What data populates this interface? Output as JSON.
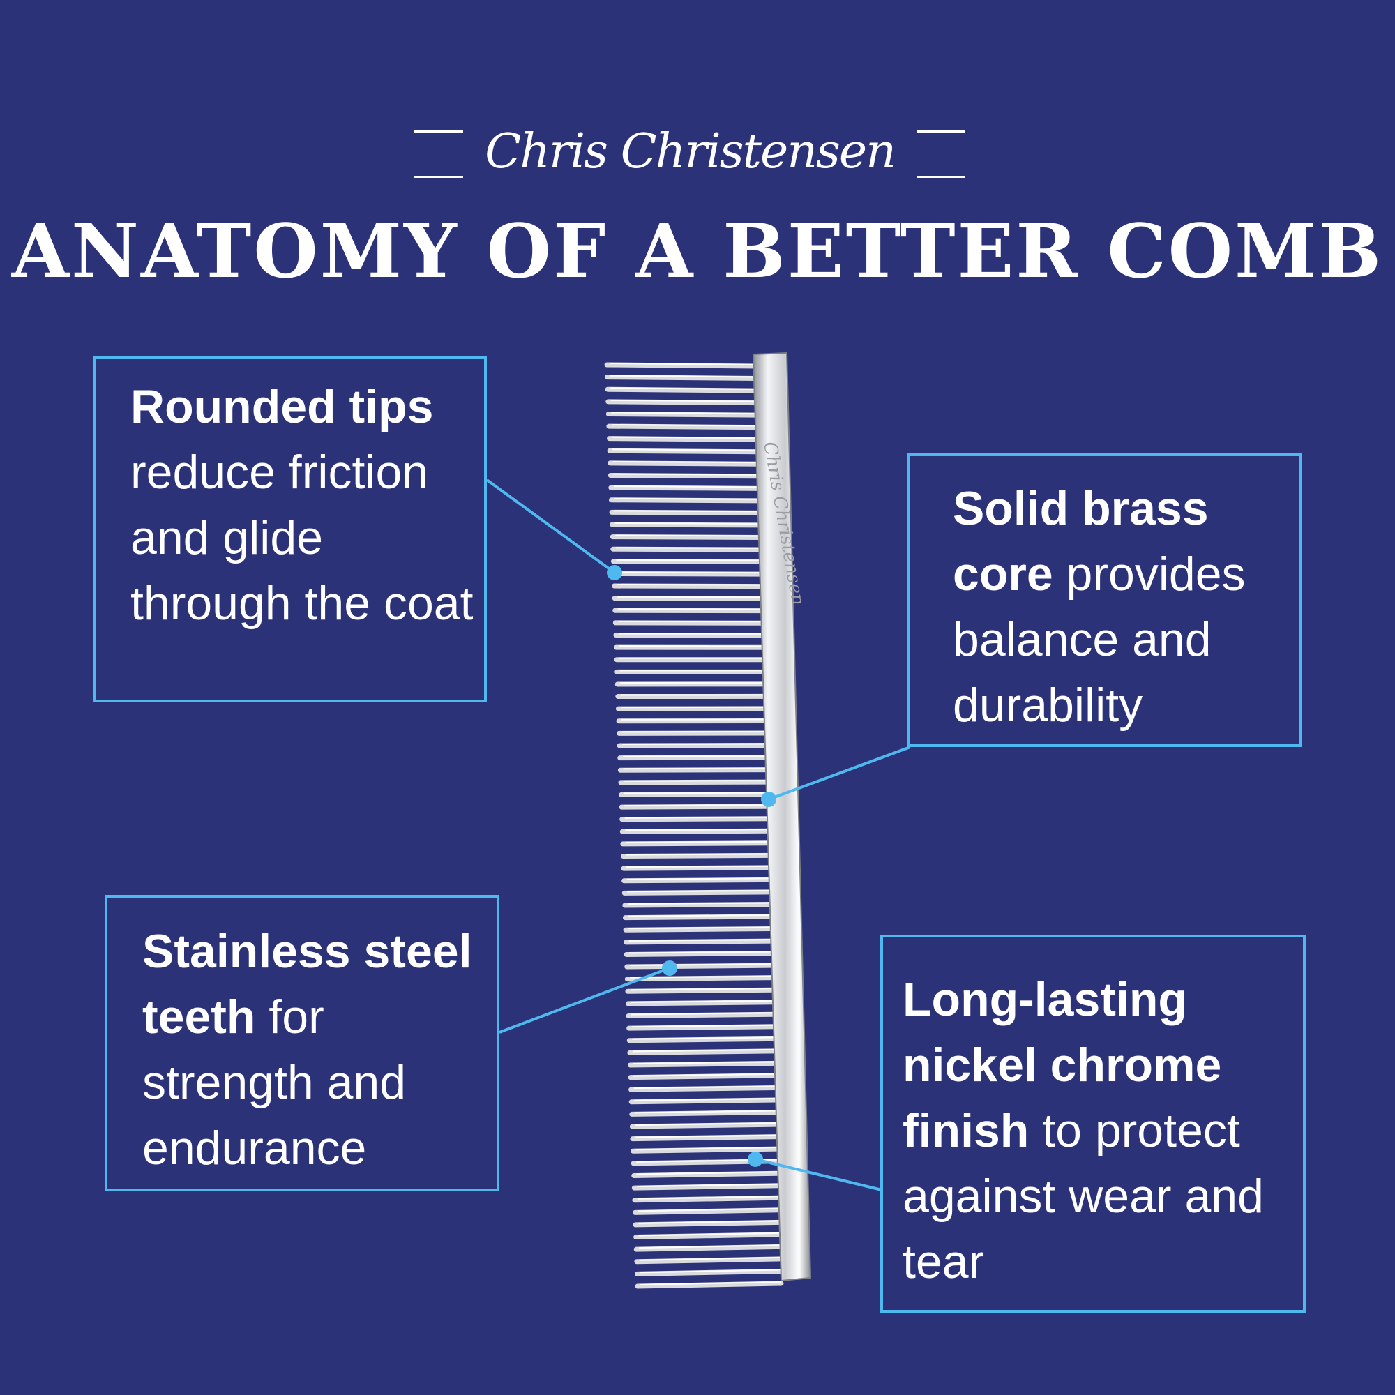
{
  "brand": {
    "logo_text": "Chris Christensen"
  },
  "headline": "ANATOMY OF A BETTER COMB",
  "comb": {
    "spine_logo_text": "Chris Christensen"
  },
  "callouts": {
    "tips": {
      "bold": "Rounded tips",
      "rest": " reduce friction and glide through the coat"
    },
    "core": {
      "bold": "Solid brass core",
      "rest": " provides balance and durability"
    },
    "teeth": {
      "bold": "Stainless steel teeth",
      "rest": " for strength and endurance"
    },
    "finish": {
      "bold": "Long-lasting nickel chrome finish",
      "rest": " to protect against wear and tear"
    }
  },
  "colors": {
    "background": "#2c3278",
    "accent": "#4fb8ee",
    "text": "#ffffff"
  }
}
